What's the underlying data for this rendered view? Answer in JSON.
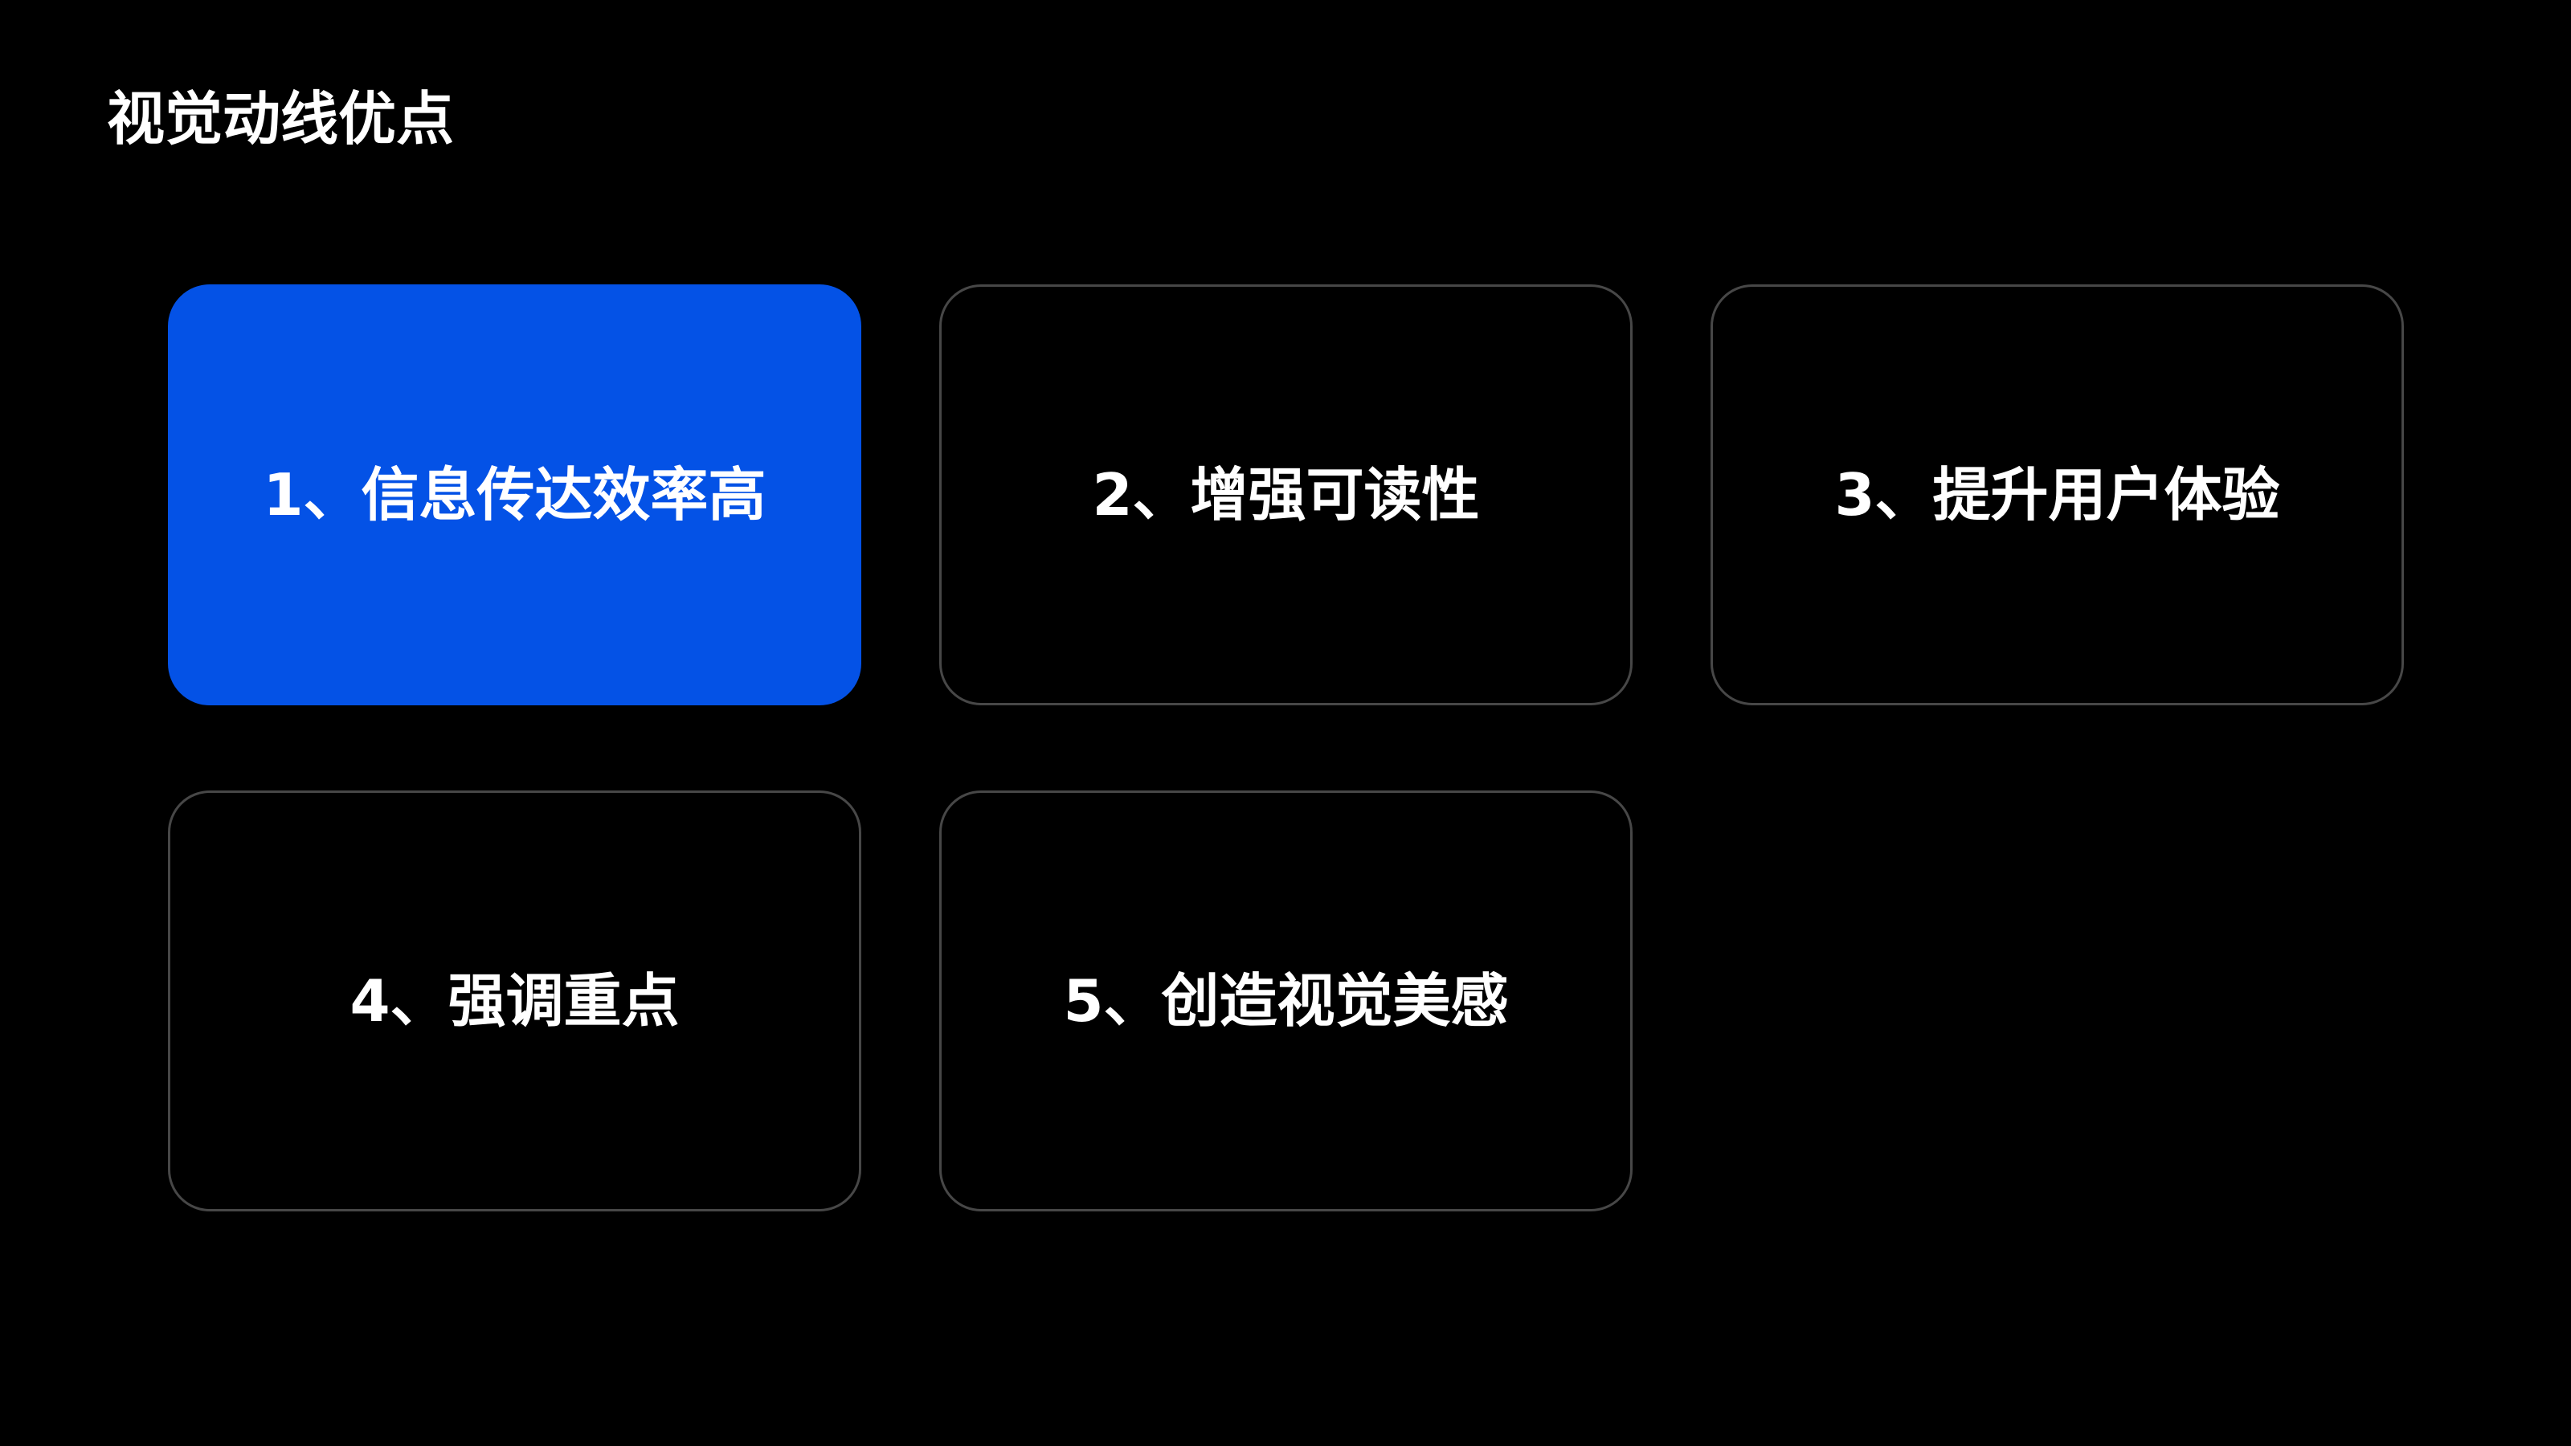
{
  "title": "视觉动线优点",
  "theme": {
    "background": "#000000",
    "accent": "#0452e6",
    "border": "#474747",
    "text": "#ffffff"
  },
  "cards": [
    {
      "label": "1、信息传达效率高",
      "active": true
    },
    {
      "label": "2、增强可读性",
      "active": false
    },
    {
      "label": "3、提升用户体验",
      "active": false
    },
    {
      "label": "4、强调重点",
      "active": false
    },
    {
      "label": "5、创造视觉美感",
      "active": false
    }
  ]
}
